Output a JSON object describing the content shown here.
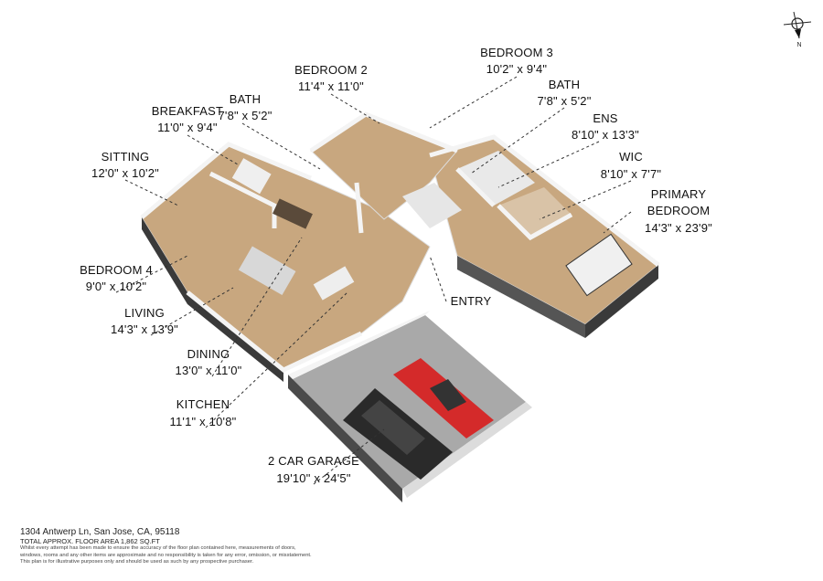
{
  "rooms": [
    {
      "name": "BEDROOM 3",
      "dims": "10'2\" x 9'4\""
    },
    {
      "name": "BEDROOM 2",
      "dims": "11'4\" x 11'0\""
    },
    {
      "name": "BATH",
      "dims": "7'8\" x 5'2\""
    },
    {
      "name": "BREAKFAST",
      "dims": "11'0\" x 9'4\""
    },
    {
      "name": "BATH",
      "dims": "7'8\" x 5'2\""
    },
    {
      "name": "ENS",
      "dims": "8'10\" x 13'3\""
    },
    {
      "name": "WIC",
      "dims": "8'10\" x 7'7\""
    },
    {
      "name": "PRIMARY",
      "name2": "BEDROOM",
      "dims": "14'3\" x 23'9\""
    },
    {
      "name": "SITTING",
      "dims": "12'0\" x 10'2\""
    },
    {
      "name": "BEDROOM 4",
      "dims": "9'0\" x 10'2\""
    },
    {
      "name": "LIVING",
      "dims": "14'3\" x 13'9\""
    },
    {
      "name": "DINING",
      "dims": "13'0\" x 11'0\""
    },
    {
      "name": "KITCHEN",
      "dims": "11'1\" x 10'8\""
    },
    {
      "name": "2 CAR GARAGE",
      "dims": "19'10\" x 24'5\""
    },
    {
      "name": "ENTRY"
    }
  ],
  "compass": {
    "label": "N"
  },
  "footer": {
    "address": "1304 Antwerp Ln, San Jose, CA, 95118",
    "area": "TOTAL APPROX. FLOOR AREA 1,862 SQ.FT",
    "disclaimer1": "Whilst every attempt has been made to ensure the accuracy of the floor plan contained here, measurements of doors,",
    "disclaimer2": "windows, rooms and any other items are approximate and no responsibility is taken for any error, omission, or misstatement.",
    "disclaimer3": "This plan is for illustrative purposes only and should be used as such by any prospective purchaser."
  },
  "colors": {
    "floor": "#c8a77f",
    "wall": "#f4f4f4",
    "wall_shade": "#3a3a3a",
    "garage_floor": "#a9a9a9",
    "car_red": "#d42a2a",
    "car_black": "#2a2a2a"
  }
}
